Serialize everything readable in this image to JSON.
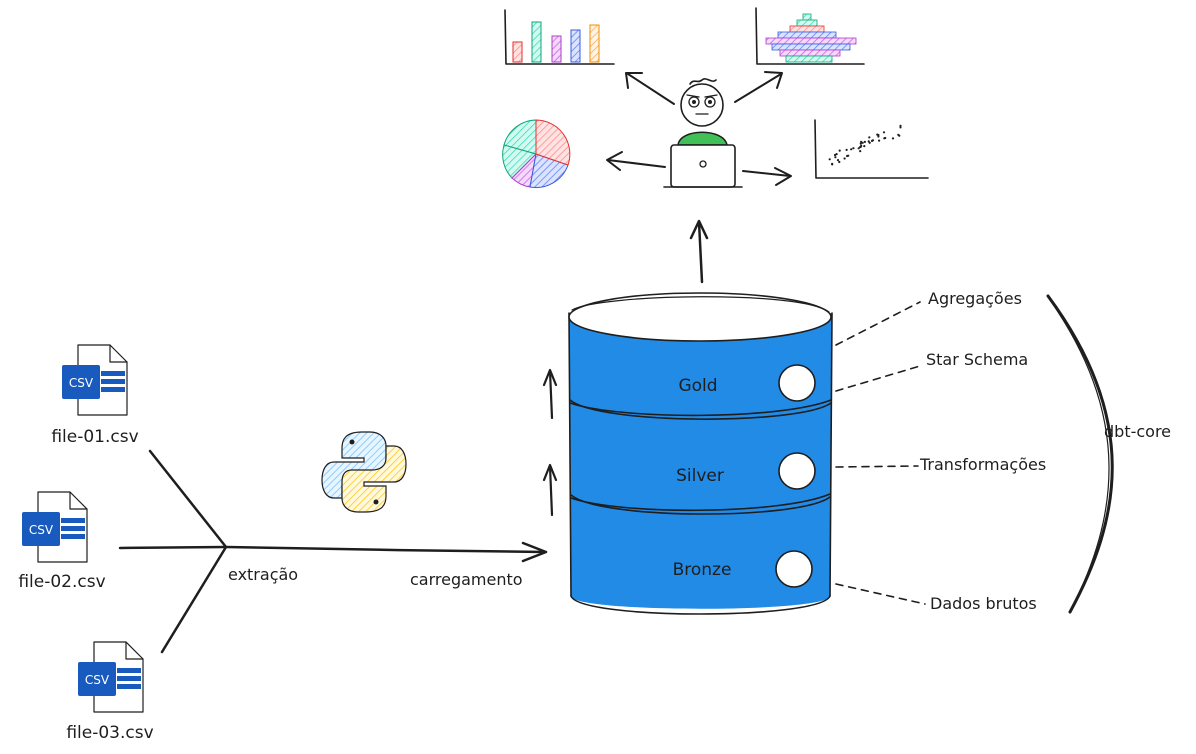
{
  "files": [
    {
      "icon": "csv-file-icon",
      "icon_text": "CSV",
      "label": "file-01.csv"
    },
    {
      "icon": "csv-file-icon",
      "icon_text": "CSV",
      "label": "file-02.csv"
    },
    {
      "icon": "csv-file-icon",
      "icon_text": "CSV",
      "label": "file-03.csv"
    }
  ],
  "pipeline": {
    "extract_label": "extração",
    "load_label": "carregamento",
    "tool_icon": "python-logo-icon"
  },
  "database": {
    "layers": [
      {
        "name": "Gold"
      },
      {
        "name": "Silver"
      },
      {
        "name": "Bronze"
      }
    ],
    "fill_color": "#228be6"
  },
  "annotations": {
    "items": [
      "Agregações",
      "Star Schema",
      "Transformações",
      "Dados brutos"
    ],
    "group_label": "dbt-core"
  },
  "consumer": {
    "person_icon": "analyst-with-laptop-icon",
    "outputs": [
      "bar-chart-icon",
      "population-pyramid-icon",
      "pie-chart-icon",
      "scatter-plot-icon"
    ]
  }
}
